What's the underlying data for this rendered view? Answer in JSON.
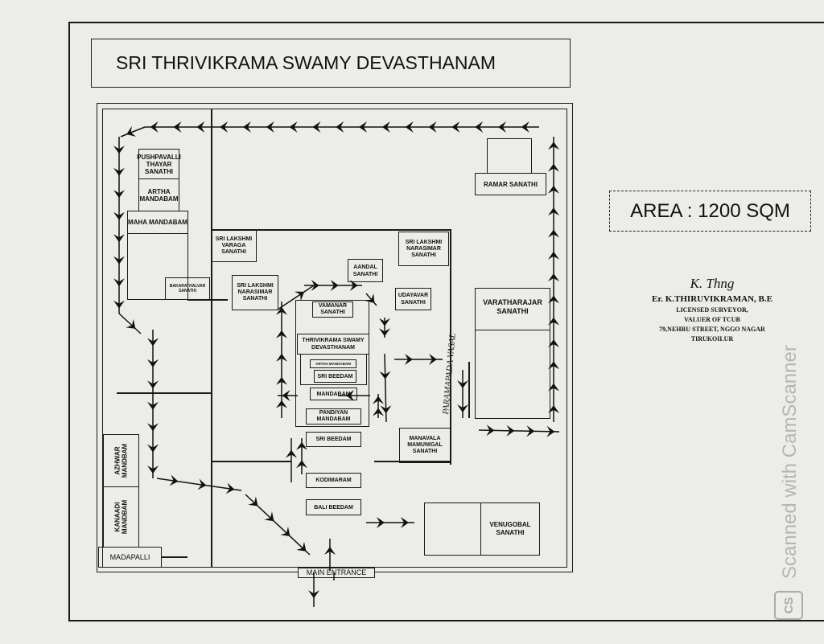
{
  "title": "SRI THRIVIKRAMA SWAMY DEVASTHANAM",
  "area": "AREA : 1200 SQM",
  "rooms": {
    "pushpavalli": "PUSHPAVALLI THAYAR SANATHI",
    "artha_mandabam_left": "ARTHA MANDABAM",
    "maha_mandabam": "MAHA MANDABAM",
    "bakarathalvar": "BAKARATHALVAR SANATHI",
    "lakshmi_varaga": "SRI LAKSHMI VARAGA SANATHI",
    "lakshmi_narasimar_right": "SRI LAKSHMI NARASIMAR SANATHI",
    "lakshmi_narasimar_left": "SRI LAKSHMI NARASIMAR SANATHI",
    "aandal": "AANDAL SANATHI",
    "udayavar": "UDAYAVAR SANATHI",
    "vamanar": "VAMANAR SANATHI",
    "thrivikrama": "THRIVIKRAMA SWAMY DEVASTHANAM",
    "artha_mandabam_inner": "ARTHA MANDABAM",
    "sri_beedam_inner": "SRI BEEDAM",
    "mandabam": "MANDABAM",
    "pandiyan": "PANDIYAN MANDABAM",
    "sri_beedam": "SRI BEEDAM",
    "manavala": "MANAVALA MAMUNIGAL SANATHI",
    "kodimaram": "KODIMARAM",
    "bali_beedam": "BALI BEEDAM",
    "varatharajar": "VARATHARAJAR SANATHI",
    "ramar": "RAMAR SANATHI",
    "venugobal": "VENUGOBAL SANATHI",
    "azhwar": "AZHWAR MANDBAM",
    "kanaadi": "KANAADI MANDBAM",
    "madapalli": "MADAPALLI",
    "main_entrance": "MAIN ENTRANCE",
    "paramapada": "PARAMAPADA VASAL"
  },
  "signature": {
    "scribble": "K. Thng",
    "name": "Er. K.THIRUVIKRAMAN, B.E",
    "line1": "LICENSED SURVEYOR,",
    "line2": "VALUER OF TCUB",
    "line3": "79,NEHRU STREET, NGGO NAGAR",
    "line4": "TIRUKOILUR"
  },
  "watermark": "Scanned with CamScanner",
  "watermark_logo": "CS"
}
